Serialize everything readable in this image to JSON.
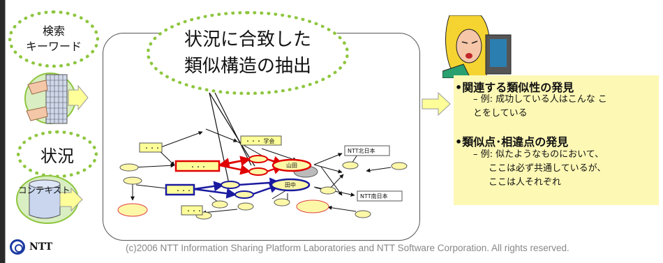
{
  "bubbles": {
    "search_line1": "検索",
    "search_line2": "キーワード",
    "situation": "状況",
    "extract_line1": "状況に合致した",
    "extract_line2": "類似構造の抽出"
  },
  "left": {
    "context_label": "コンテキスト"
  },
  "graph": {
    "box_labels": [
      "・・・",
      "・・・ 学会",
      "・・・",
      "・・・",
      "・・・"
    ],
    "node_labels": {
      "yamada": "山田",
      "tanaka": "田中"
    },
    "org_labels": {
      "ntt_east": "NTT北日本",
      "ntt_west": "NTT南日本"
    }
  },
  "findings": {
    "bullet1": "•関連する類似性の発見",
    "bullet1_sub": "– 例: 成功している人はこんな ことをしている",
    "bullet2": "•類似点･相違点の発見",
    "bullet2_sub1": "– 例: 似たようなものにおいて、",
    "bullet2_sub2": "ここは必ず共通しているが、",
    "bullet2_sub3": "ここは人それぞれ"
  },
  "footer": {
    "logo_text": "NTT",
    "copyright": "(c)2006 NTT Information Sharing Platform Laboratories and NTT Software Corporation. All rights reserved."
  },
  "colors": {
    "bubble_border": "#8ec63f",
    "highlight_red": "#e00000",
    "highlight_blue": "#1a1aa0",
    "node_fill": "#fdf8a8",
    "panel_yellow": "#fdf8b4",
    "arrow_yellow": "#ffff99"
  }
}
